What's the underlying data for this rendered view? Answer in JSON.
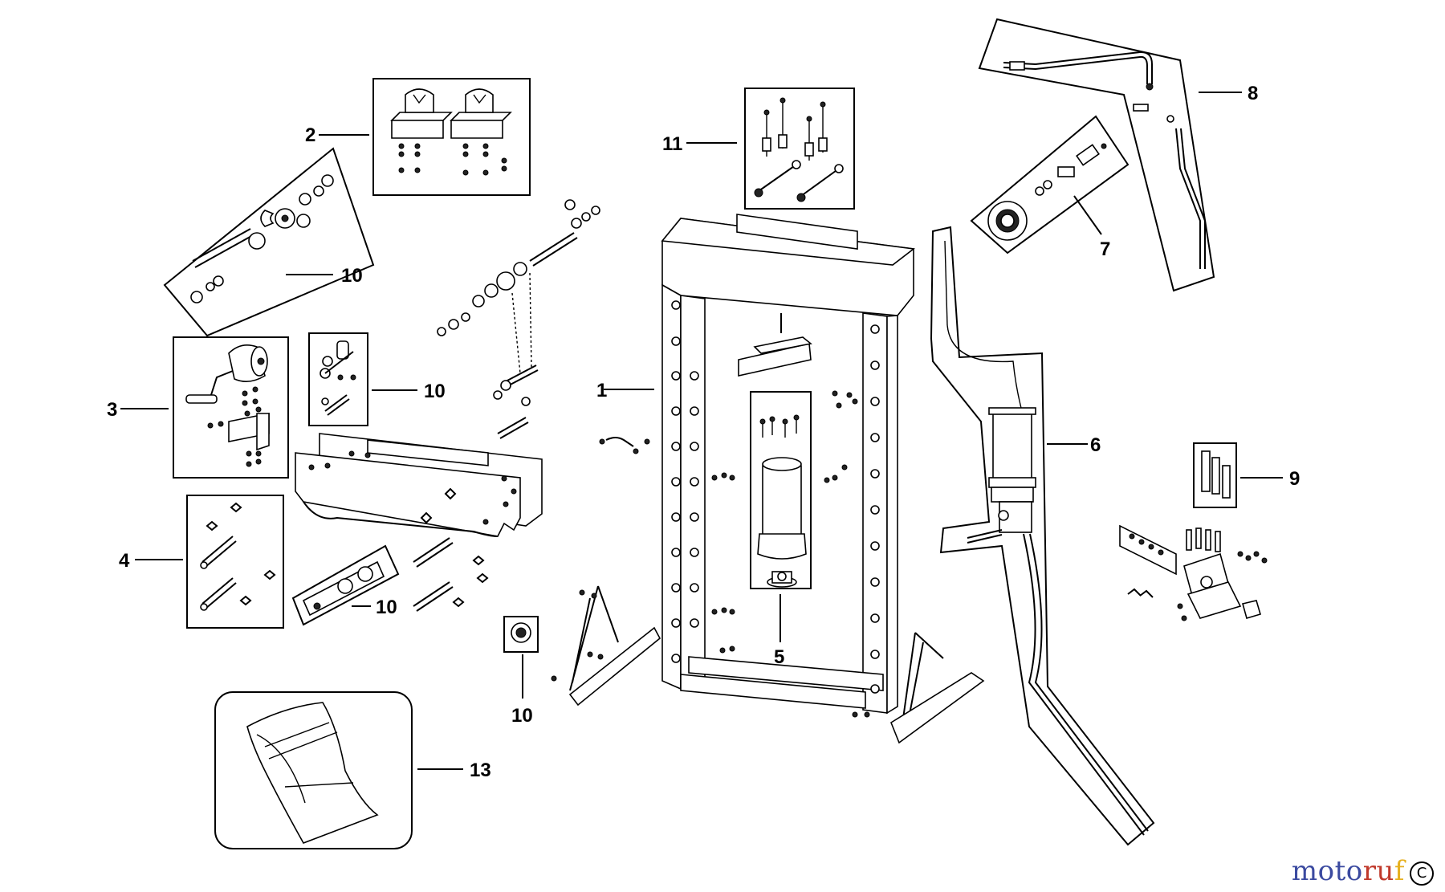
{
  "diagram": {
    "callouts": {
      "c1": "1",
      "c2": "2",
      "c3": "3",
      "c4": "4",
      "c5": "5",
      "c6": "6",
      "c7": "7",
      "c8": "8",
      "c9": "9",
      "c10a": "10",
      "c10b": "10",
      "c10c": "10",
      "c10d": "10",
      "c11": "11",
      "c13": "13"
    }
  },
  "watermark": {
    "part1": "moto",
    "part2": "ru",
    "part3": "f",
    "copyright": "C"
  }
}
